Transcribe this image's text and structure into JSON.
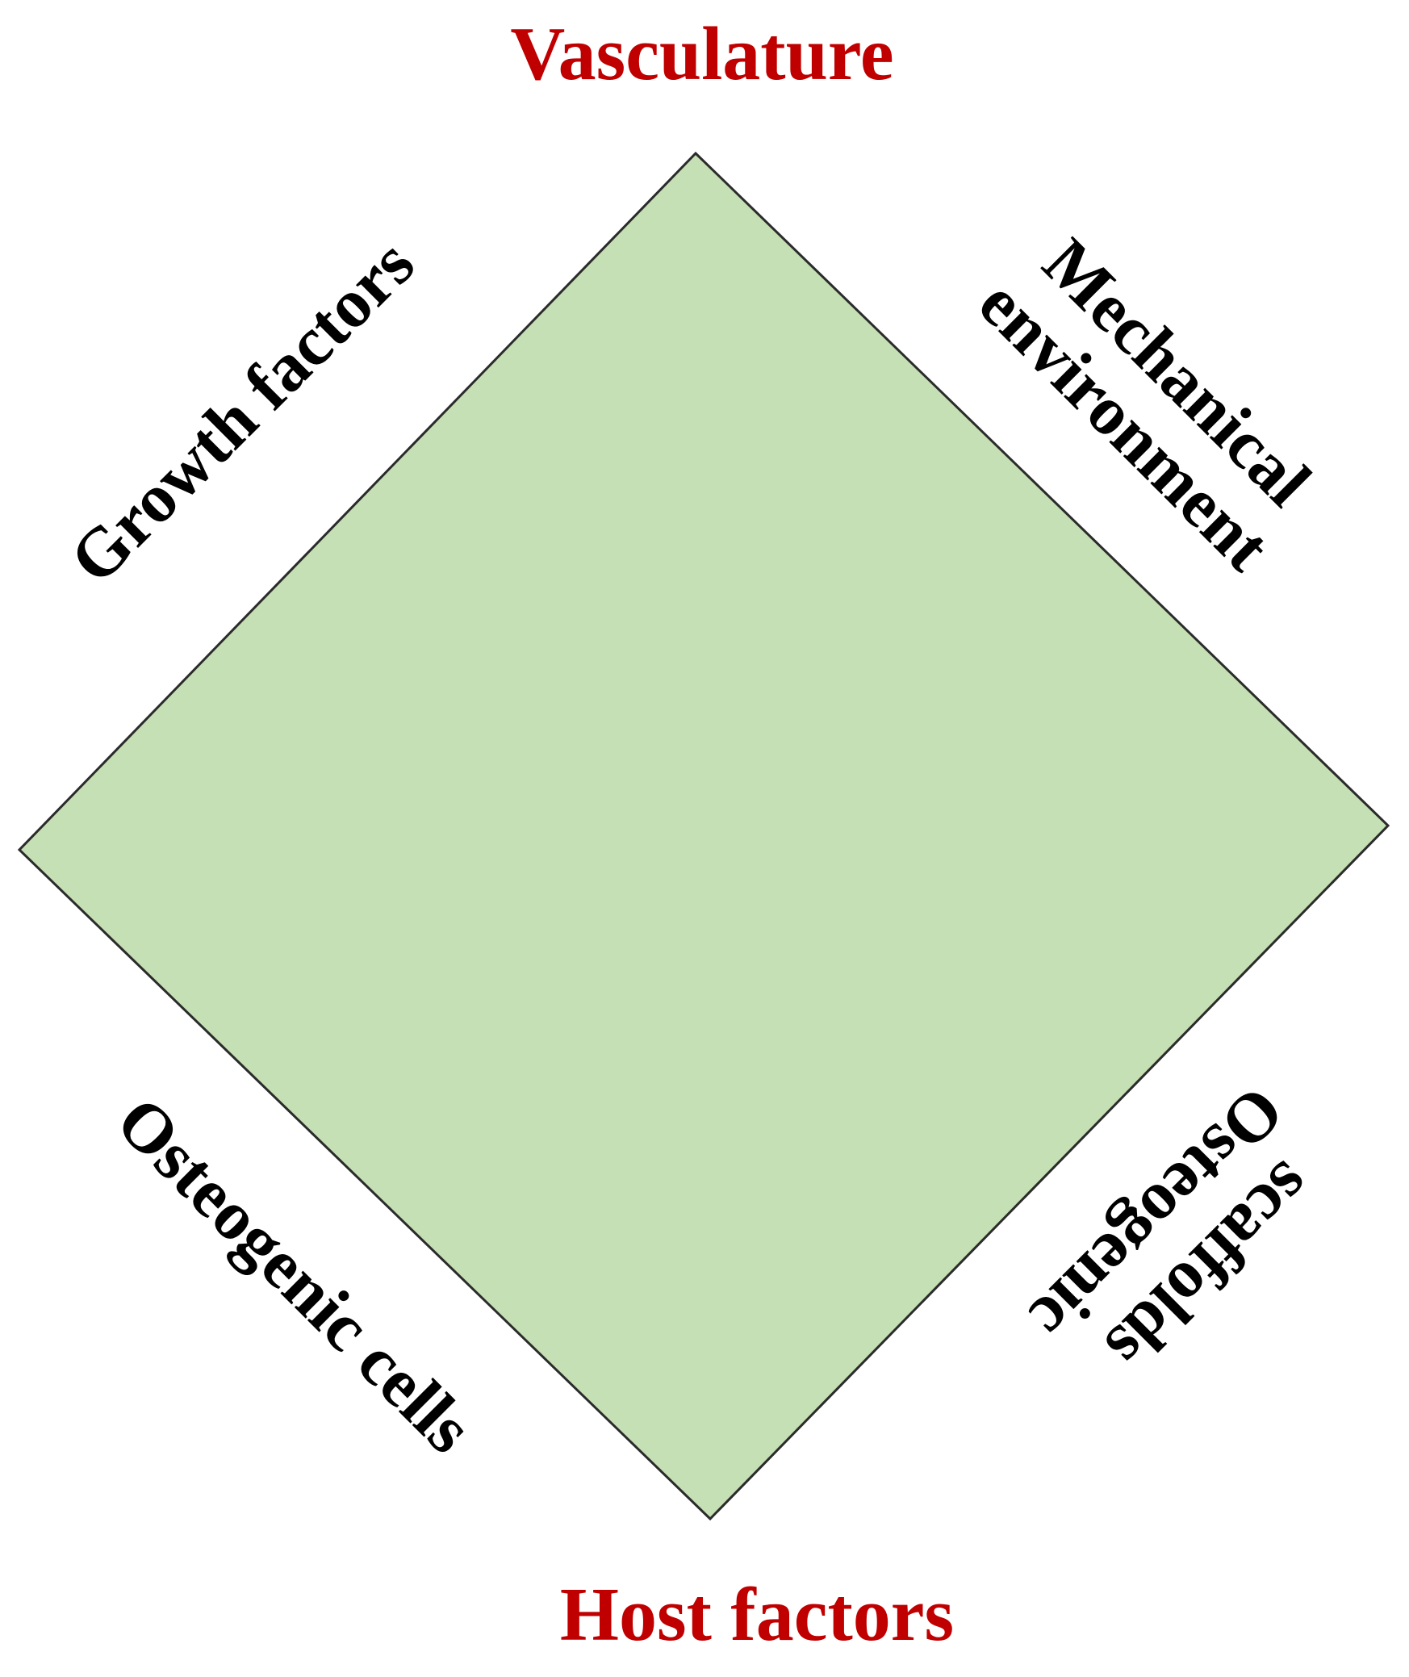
{
  "colors": {
    "diamond_fill": "#c5e0b4",
    "diamond_stroke": "#2b2b2b",
    "accent_red": "#c00000",
    "text_black": "#000000"
  },
  "labels": {
    "top": "Vasculature",
    "bottom": "Host factors",
    "upper_left": "Growth factors",
    "upper_right_line1": "Mechanical",
    "upper_right_line2": "environment",
    "lower_left": "Osteogenic cells",
    "lower_right_line1": "Osteogenic",
    "lower_right_line2": "scaffolds"
  }
}
